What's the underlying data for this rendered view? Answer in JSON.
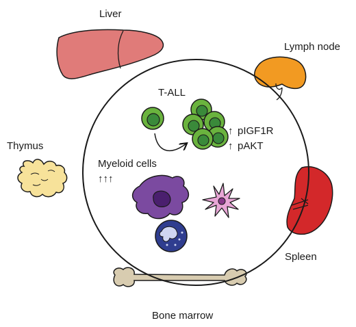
{
  "figure": {
    "organs": {
      "liver": "Liver",
      "lymph_node": "Lymph node",
      "thymus": "Thymus",
      "spleen": "Spleen",
      "bone_marrow": "Bone marrow"
    },
    "niche": {
      "title": "T-ALL",
      "marker_arrow_1": "↑",
      "marker_1": "pIGF1R",
      "marker_arrow_2": "↑",
      "marker_2": "pAKT",
      "myeloid_label": "Myeloid cells",
      "myeloid_arrows": "↑↑↑"
    },
    "colors": {
      "liver": "#e07b79",
      "lymph_node": "#f29a22",
      "thymus": "#f7e29a",
      "spleen": "#d3282a",
      "bone": "#d8ccb0",
      "tall_cell": "#6ab33e",
      "tall_nucleus": "#3a8a3a",
      "macrophage": "#7b4aa0",
      "macrophage_nucleus": "#4a1f6e",
      "neutrophil": "#2f3d8f",
      "dendritic": "#e8a6d6",
      "dendritic_nucleus": "#8a3a8a"
    }
  }
}
